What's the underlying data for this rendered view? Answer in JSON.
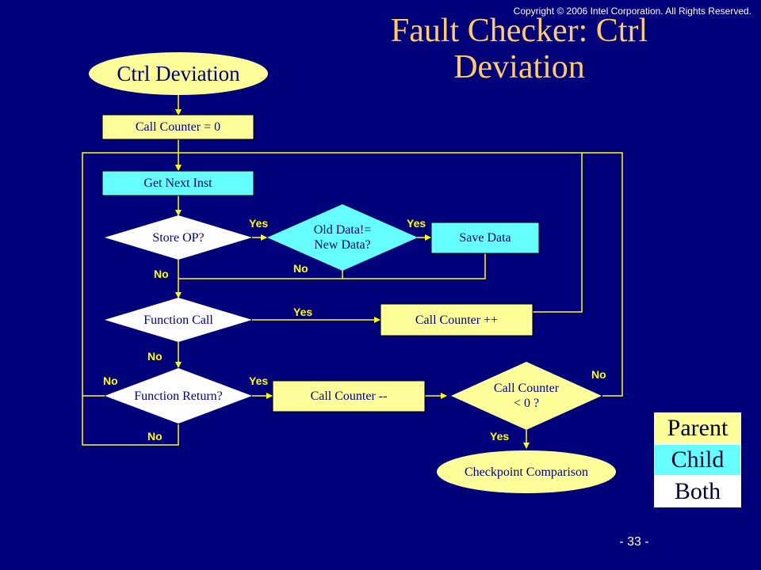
{
  "header": {
    "copyright": "Copyright © 2006  Intel Corporation.  All Rights Reserved.",
    "title_line1": "Fault Checker: Ctrl",
    "title_line2": "Deviation"
  },
  "flowchart": {
    "start": "Ctrl Deviation",
    "init": "Call Counter = 0",
    "get_next": "Get Next Inst",
    "store_op": "Store OP?",
    "old_data_1": "Old Data!=",
    "old_data_2": "New Data?",
    "save_data": "Save Data",
    "function_call": "Function Call",
    "counter_inc": "Call Counter ++",
    "function_return": "Function Return?",
    "counter_dec": "Call Counter --",
    "counter_check_1": "Call Counter",
    "counter_check_2": "< 0 ?",
    "checkpoint": "Checkpoint Comparison"
  },
  "edge_labels": {
    "yes": "Yes",
    "no": "No"
  },
  "legend": {
    "parent": "Parent",
    "child": "Child",
    "both": "Both"
  },
  "colors": {
    "background": "#00007a",
    "title": "#ffcc66",
    "arrows": "#ffff00",
    "parent": "#ffff99",
    "child": "#66ffff",
    "both": "#ffffff"
  },
  "footer": {
    "page": "- 33 -"
  }
}
